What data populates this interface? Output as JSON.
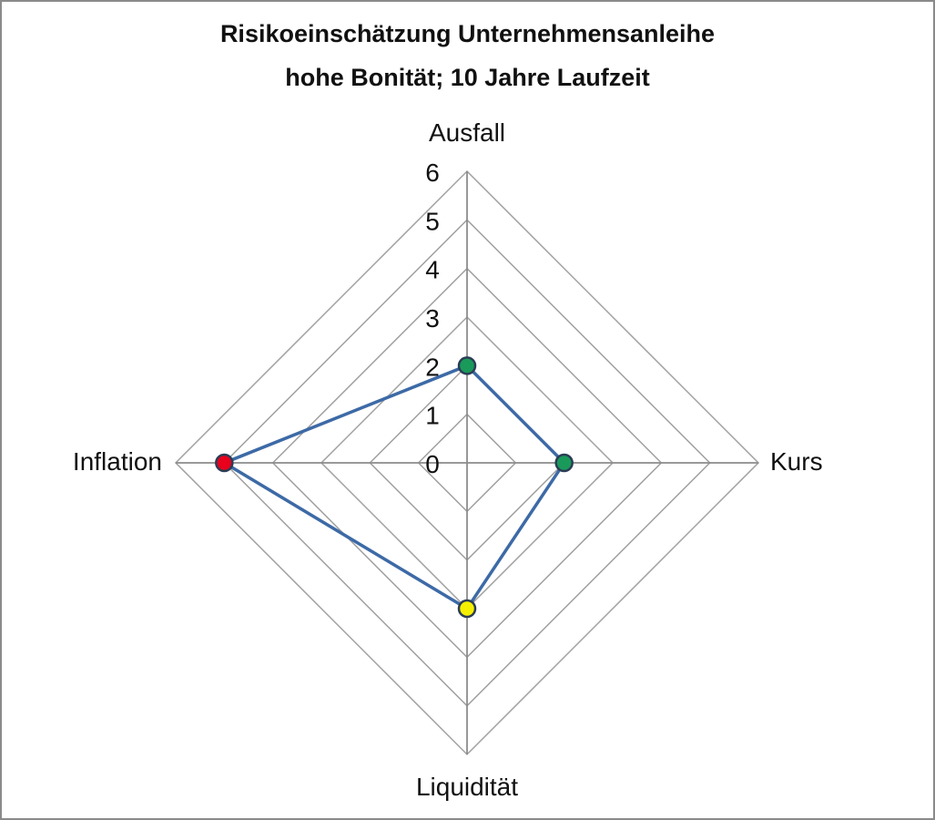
{
  "chart_data": {
    "type": "radar",
    "title": "Risikoeinschätzung Unternehmensanleihe",
    "subtitle": "hohe Bonität; 10 Jahre Laufzeit",
    "categories": [
      "Ausfall",
      "Kurs",
      "Liquidität",
      "Inflation"
    ],
    "values": [
      2,
      2,
      3,
      5
    ],
    "point_colors": [
      "#1a9a5a",
      "#1a9a5a",
      "#f5f000",
      "#e8001c"
    ],
    "line_color": "#3d6aa6",
    "grid_color": "#a0a0a0",
    "axis_ticks": [
      "0",
      "1",
      "2",
      "3",
      "4",
      "5",
      "6"
    ],
    "rmin": 0,
    "rmax": 6,
    "grid": true,
    "legend": null
  },
  "title_line1": "Risikoeinschätzung Unternehmensanleihe",
  "title_line2": "hohe Bonität; 10 Jahre Laufzeit",
  "axes": {
    "top": "Ausfall",
    "right": "Kurs",
    "bottom": "Liquidität",
    "left": "Inflation"
  },
  "ticks": [
    "0",
    "1",
    "2",
    "3",
    "4",
    "5",
    "6"
  ]
}
